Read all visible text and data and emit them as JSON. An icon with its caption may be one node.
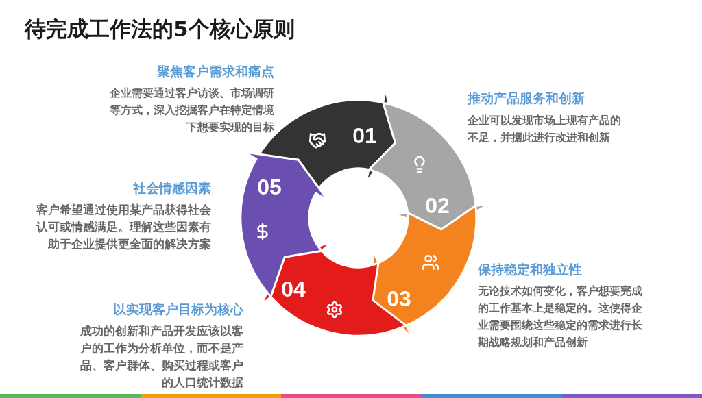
{
  "diagram": {
    "title": "待完成工作法的**5个核心原则**",
    "nodes": [
      {
        "text": [
          "01"
        ],
        "beside": [
          "聚焦客户需求和痛点",
          "企业需要通过客户访谈、市场调研等方式，深入挖掘客户在特定情境下想要实现的目标"
        ]
      },
      {
        "text": [
          "02"
        ],
        "beside": [
          "推动产品服务和创新",
          "企业可以发现市场上现有产品的不足，并据此进行改进和创新"
        ]
      },
      {
        "text": [
          "03"
        ],
        "beside": [
          "保持稳定和独立性",
          "无论技术如何变化，客户想要完成的工作基本上是稳定的。这使得企业需要围绕这些稳定的需求进行长期战略规划和产品创新"
        ]
      },
      {
        "text": [
          "04"
        ],
        "beside": [
          "以实现客户目标为核心",
          "成功的创新和产品开发应该以客户的工作为分析单位，而不是产品、客户群体、购买过程或客户的人口统计数据"
        ]
      },
      {
        "text": [
          "05"
        ],
        "beside": [
          "社会情感因素",
          "客户希望通过使用某产品获得社会认可或情感满足。理解这些因素有助于企业提供更全面的解决方案"
        ]
      }
    ]
  }
}
